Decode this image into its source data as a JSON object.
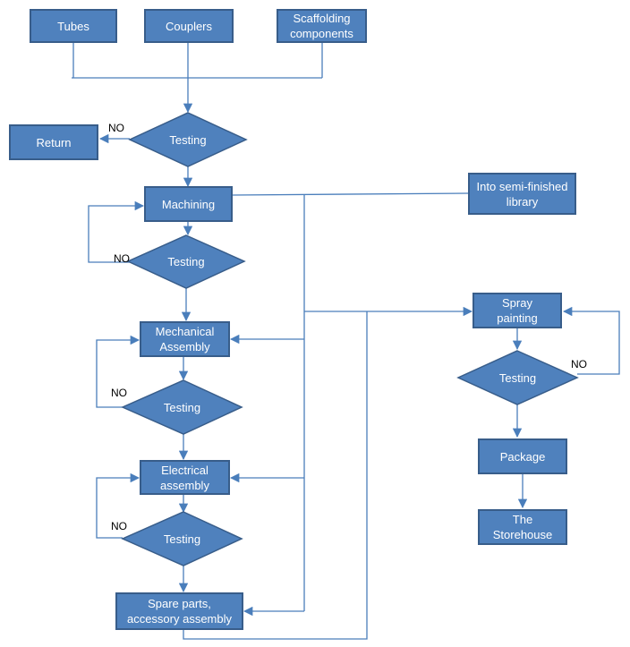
{
  "nodes": {
    "tubes": "Tubes",
    "couplers": "Couplers",
    "scaffolding": "Scaffolding components",
    "return": "Return",
    "testing_1": "Testing",
    "machining": "Machining",
    "testing_2": "Testing",
    "semi_finished": "Into semi-finished library",
    "mechanical_assembly": "Mechanical Assembly",
    "testing_3": "Testing",
    "electrical_assembly": "Electrical assembly",
    "testing_4": "Testing",
    "spare_parts": "Spare parts, accessory assembly",
    "spray_painting": "Spray painting",
    "testing_5": "Testing",
    "package": "Package",
    "storehouse": "The Storehouse"
  },
  "labels": {
    "no_return": "NO",
    "no_machining": "NO",
    "no_mechanical": "NO",
    "no_electrical": "NO",
    "no_spray": "NO"
  },
  "colors": {
    "fill": "#4f81bd",
    "border": "#385d8a",
    "line": "#4a7ebb",
    "text": "#ffffff"
  }
}
